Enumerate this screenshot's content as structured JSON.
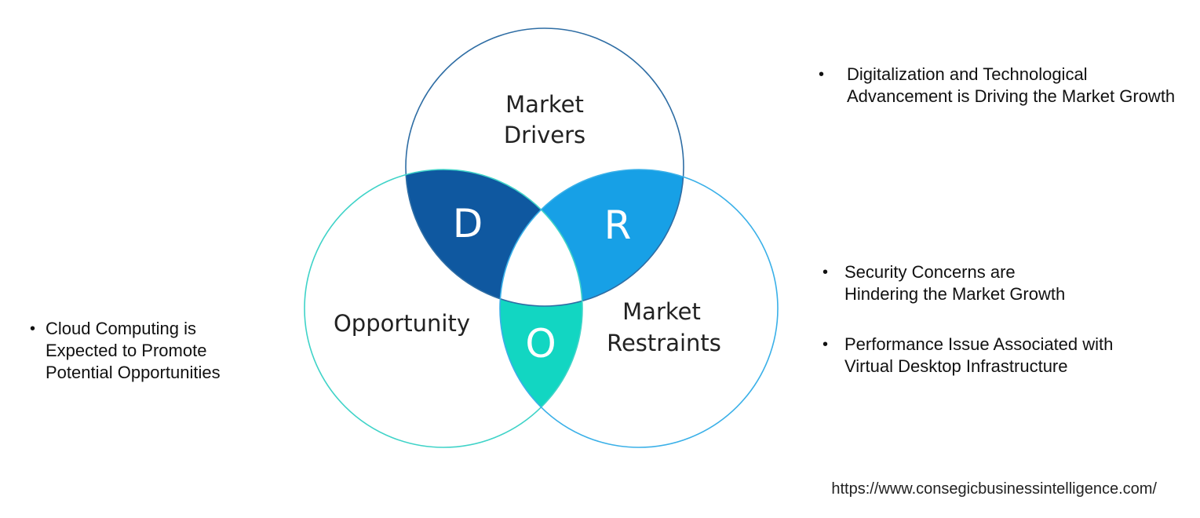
{
  "diagram": {
    "type": "venn",
    "circles": {
      "drivers": {
        "label_lines": [
          "Market",
          "Drivers"
        ],
        "stroke": "#2E6DA4"
      },
      "opportunity": {
        "label_lines": [
          "Opportunity"
        ],
        "stroke": "#3FD3C8"
      },
      "restraints": {
        "label_lines": [
          "Market",
          "Restraints"
        ],
        "stroke": "#3AB0E8"
      }
    },
    "intersections": {
      "d": {
        "letter": "D",
        "fill": "#0F58A0"
      },
      "r": {
        "letter": "R",
        "fill": "#17A0E6"
      },
      "o": {
        "letter": "O",
        "fill": "#12D6C2"
      }
    }
  },
  "drivers_list": {
    "items": [
      "Digitalization and Technological Advancement is Driving the Market Growth"
    ]
  },
  "restraints_list": {
    "items": [
      "Security Concerns are Hindering the Market Growth",
      "Performance Issue Associated with Virtual Desktop Infrastructure"
    ]
  },
  "opportunity_list": {
    "items": [
      "Cloud Computing is Expected to Promote Potential Opportunities"
    ]
  },
  "bullet_symbol": "•",
  "footer": {
    "url": "https://www.consegicbusinessintelligence.com/"
  }
}
